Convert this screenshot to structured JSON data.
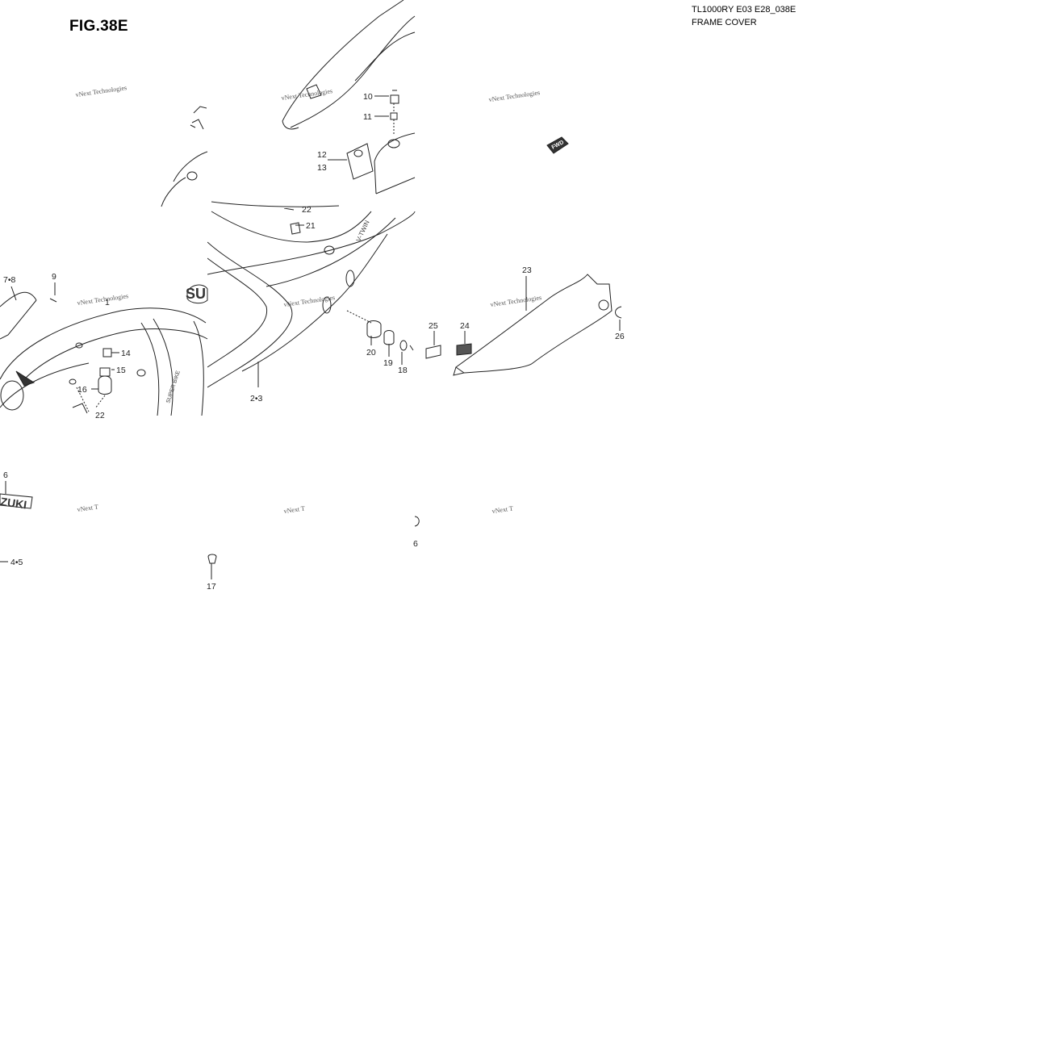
{
  "figure": {
    "title": "FIG.38E"
  },
  "header": {
    "model_code": "TL1000RY E03 E28_038E",
    "section": "FRAME COVER"
  },
  "watermark": "vNext Technologies",
  "watermark_partial": "vNext T",
  "brand_mark_1": "SU",
  "brand_mark_2": "ZUKI",
  "tank_label_1": "SUPER BIKE",
  "tank_label_2": "V-TWIN",
  "fwd_mark": "FWD",
  "callouts": [
    {
      "label": "1"
    },
    {
      "label": "2•3"
    },
    {
      "label": "4•5"
    },
    {
      "label": "6"
    },
    {
      "label": "7•8"
    },
    {
      "label": "9"
    },
    {
      "label": "10"
    },
    {
      "label": "11"
    },
    {
      "label": "12"
    },
    {
      "label": "13"
    },
    {
      "label": "14"
    },
    {
      "label": "15"
    },
    {
      "label": "16"
    },
    {
      "label": "17"
    },
    {
      "label": "18"
    },
    {
      "label": "19"
    },
    {
      "label": "20"
    },
    {
      "label": "21"
    },
    {
      "label": "22"
    },
    {
      "label": "22"
    },
    {
      "label": "23"
    },
    {
      "label": "24"
    },
    {
      "label": "25"
    },
    {
      "label": "26"
    },
    {
      "label": "6"
    }
  ]
}
